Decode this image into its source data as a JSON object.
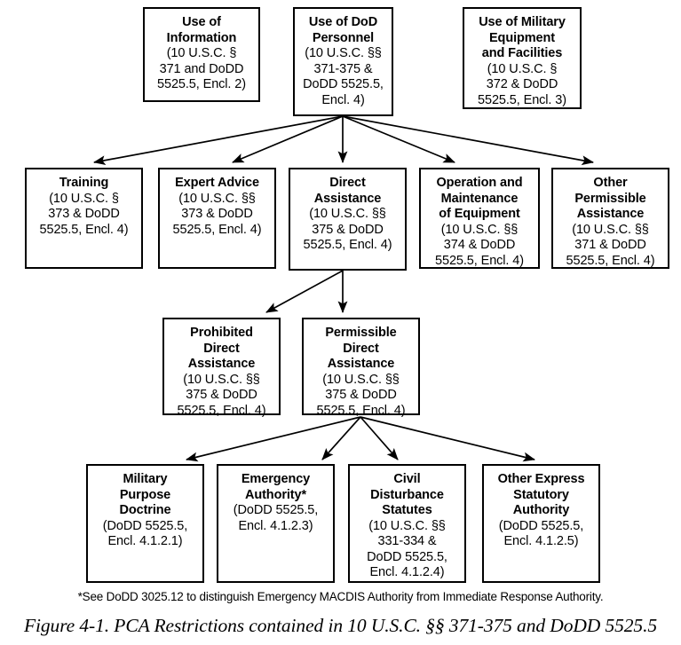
{
  "figure": {
    "caption": "Figure 4-1.  PCA Restrictions contained in 10 U.S.C. §§ 371-375 and DoDD 5525.5",
    "footnote": "*See DoDD 3025.12 to distinguish Emergency MACDIS Authority from Immediate Response Authority.",
    "colors": {
      "box_border": "#000000",
      "box_fill": "#ffffff",
      "arrow": "#000000",
      "text": "#000000",
      "background": "#ffffff"
    }
  },
  "nodes": {
    "use_of_information": {
      "title": "Use of\nInformation",
      "cite": "(10 U.S.C. §\n371 and DoDD\n5525.5, Encl. 2)"
    },
    "use_of_dod_personnel": {
      "title": "Use of DoD\nPersonnel",
      "cite": "(10 U.S.C. §§\n371-375 &\nDoDD 5525.5,\nEncl. 4)"
    },
    "use_of_military_equipment": {
      "title": "Use of Military\nEquipment\nand Facilities",
      "cite": "(10 U.S.C. §\n372 & DoDD\n5525.5, Encl. 3)"
    },
    "training": {
      "title": "Training",
      "cite": "(10 U.S.C. §\n373 & DoDD\n5525.5, Encl. 4)"
    },
    "expert_advice": {
      "title": "Expert Advice",
      "cite": "(10 U.S.C. §§\n373 & DoDD\n5525.5, Encl. 4)"
    },
    "direct_assistance": {
      "title": "Direct\nAssistance",
      "cite": "(10 U.S.C. §§\n375 & DoDD\n5525.5, Encl. 4)"
    },
    "operation_and_maintenance": {
      "title": "Operation and\nMaintenance\nof Equipment",
      "cite": "(10 U.S.C. §§\n374 & DoDD\n5525.5, Encl. 4)"
    },
    "other_permissible_assistance": {
      "title": "Other\nPermissible\nAssistance",
      "cite": "(10 U.S.C. §§\n371 & DoDD\n5525.5, Encl. 4)"
    },
    "prohibited_direct_assistance": {
      "title": "Prohibited\nDirect\nAssistance",
      "cite": "(10 U.S.C. §§\n375 & DoDD\n5525.5, Encl. 4)"
    },
    "permissible_direct_assistance": {
      "title": "Permissible\nDirect\nAssistance",
      "cite": "(10 U.S.C. §§\n375 & DoDD\n5525.5, Encl. 4)"
    },
    "military_purpose_doctrine": {
      "title": "Military\nPurpose\nDoctrine",
      "cite": "(DoDD 5525.5,\nEncl. 4.1.2.1)"
    },
    "emergency_authority": {
      "title": "Emergency\nAuthority*",
      "cite": "(DoDD 5525.5,\nEncl. 4.1.2.3)"
    },
    "civil_disturbance_statutes": {
      "title": "Civil\nDisturbance\nStatutes",
      "cite": "(10 U.S.C. §§\n331-334 &\nDoDD 5525.5,\nEncl. 4.1.2.4)"
    },
    "other_express_statutory_authority": {
      "title": "Other Express\nStatutory\nAuthority",
      "cite": "(DoDD 5525.5,\nEncl. 4.1.2.5)"
    }
  },
  "edges": [
    {
      "from": "use_of_dod_personnel",
      "to": "training"
    },
    {
      "from": "use_of_dod_personnel",
      "to": "expert_advice"
    },
    {
      "from": "use_of_dod_personnel",
      "to": "direct_assistance"
    },
    {
      "from": "use_of_dod_personnel",
      "to": "operation_and_maintenance"
    },
    {
      "from": "use_of_dod_personnel",
      "to": "other_permissible_assistance"
    },
    {
      "from": "direct_assistance",
      "to": "prohibited_direct_assistance"
    },
    {
      "from": "direct_assistance",
      "to": "permissible_direct_assistance"
    },
    {
      "from": "permissible_direct_assistance",
      "to": "military_purpose_doctrine"
    },
    {
      "from": "permissible_direct_assistance",
      "to": "emergency_authority"
    },
    {
      "from": "permissible_direct_assistance",
      "to": "civil_disturbance_statutes"
    },
    {
      "from": "permissible_direct_assistance",
      "to": "other_express_statutory_authority"
    }
  ]
}
